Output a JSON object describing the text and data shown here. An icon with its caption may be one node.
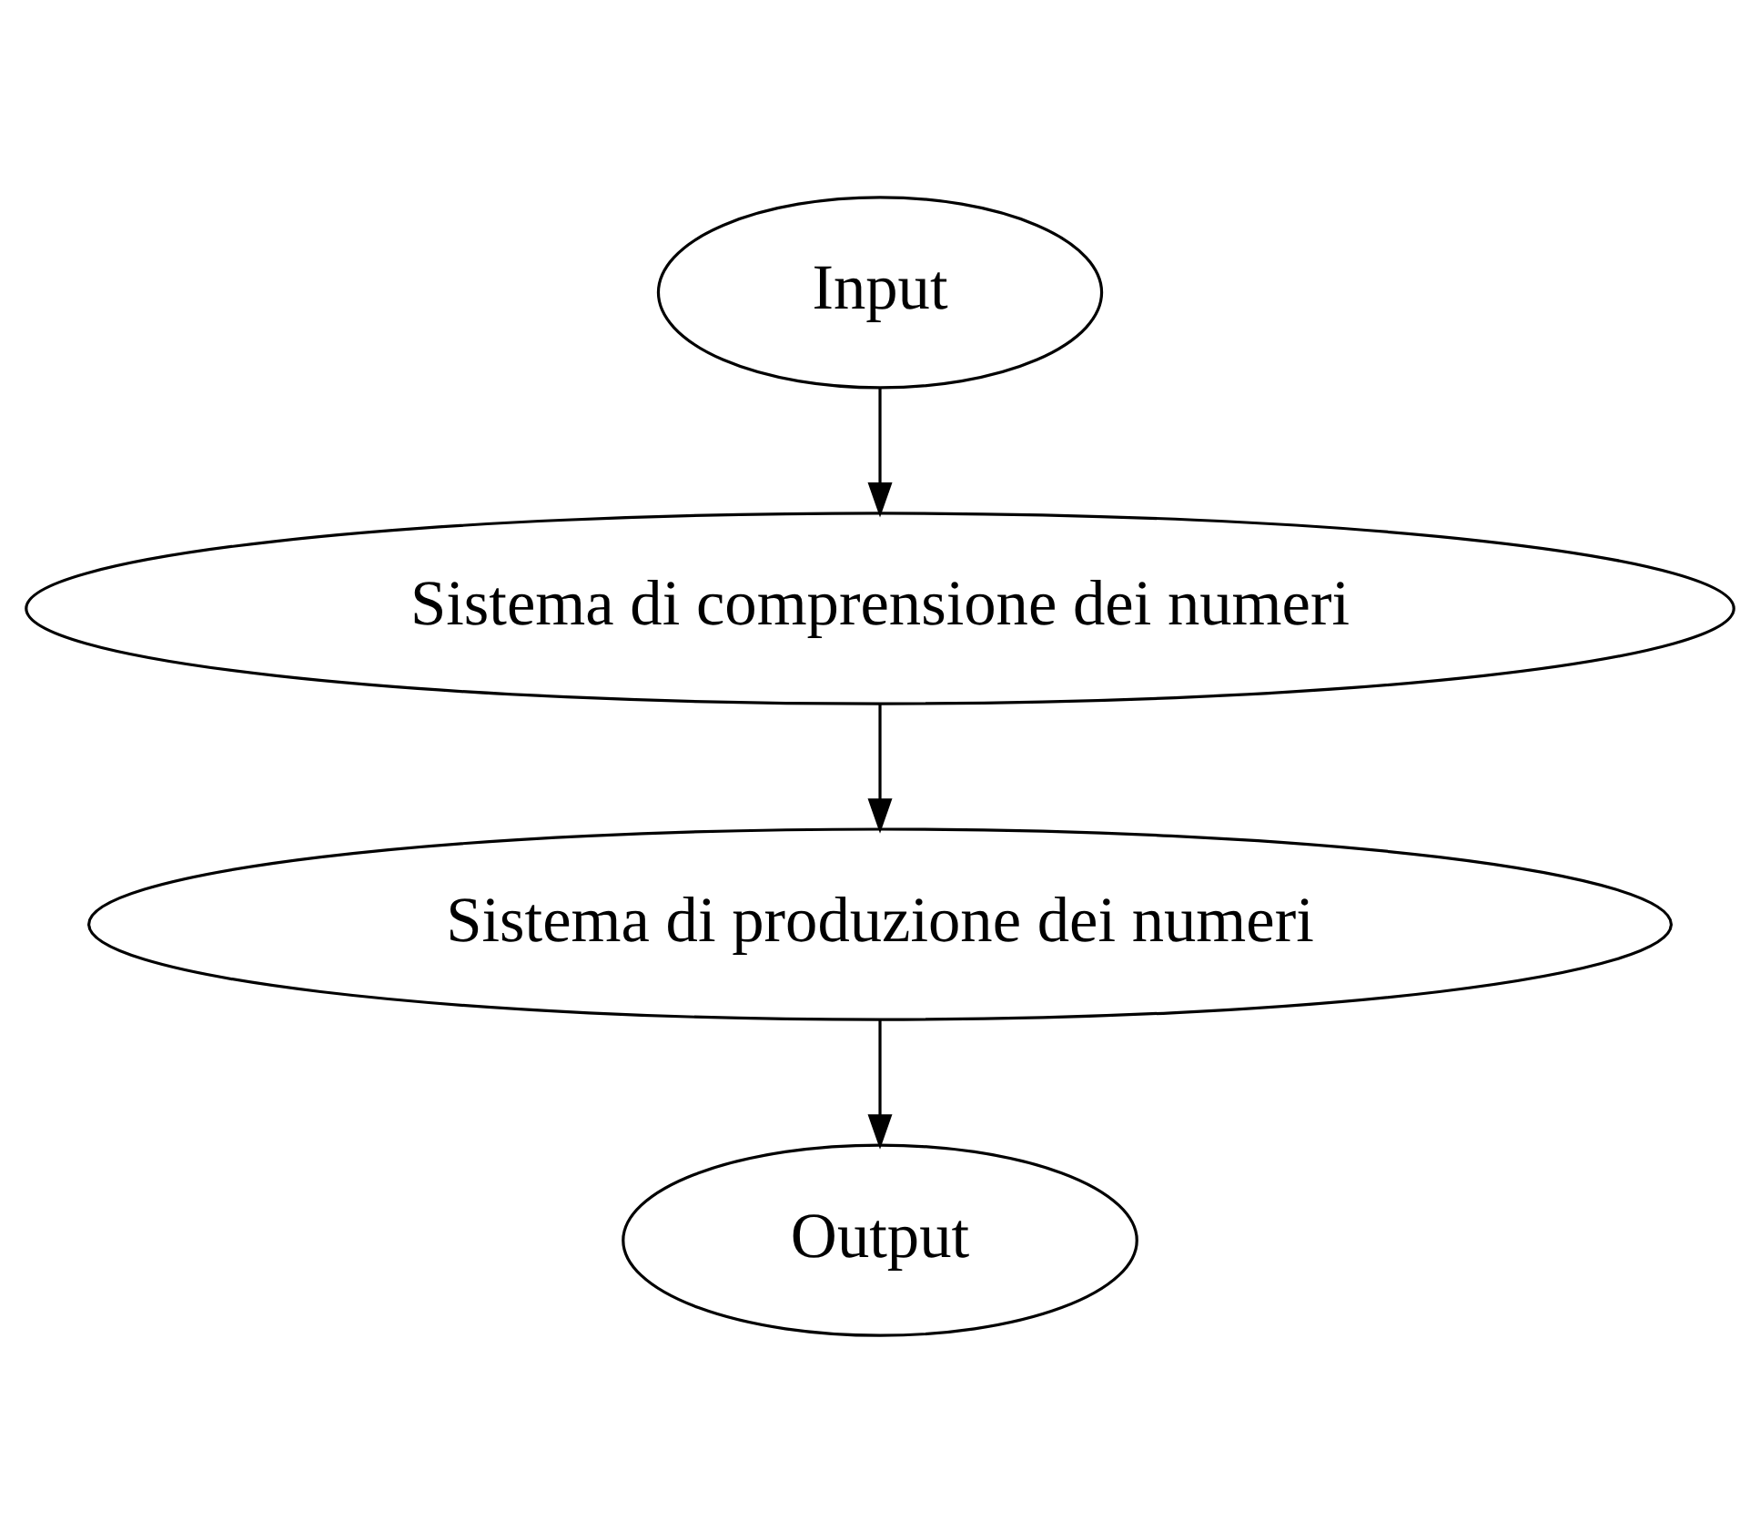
{
  "diagram": {
    "nodes": [
      {
        "text": [
          "Input"
        ]
      },
      {
        "text": [
          "Sistema di comprensione dei numeri"
        ]
      },
      {
        "text": [
          "Sistema di produzione dei numeri"
        ]
      },
      {
        "text": [
          "Output"
        ]
      }
    ],
    "edges": [
      {
        "from": 0,
        "to": 1,
        "arrow": "to"
      },
      {
        "from": 1,
        "to": 2,
        "arrow": "to"
      },
      {
        "from": 2,
        "to": 3,
        "arrow": "to"
      }
    ]
  }
}
